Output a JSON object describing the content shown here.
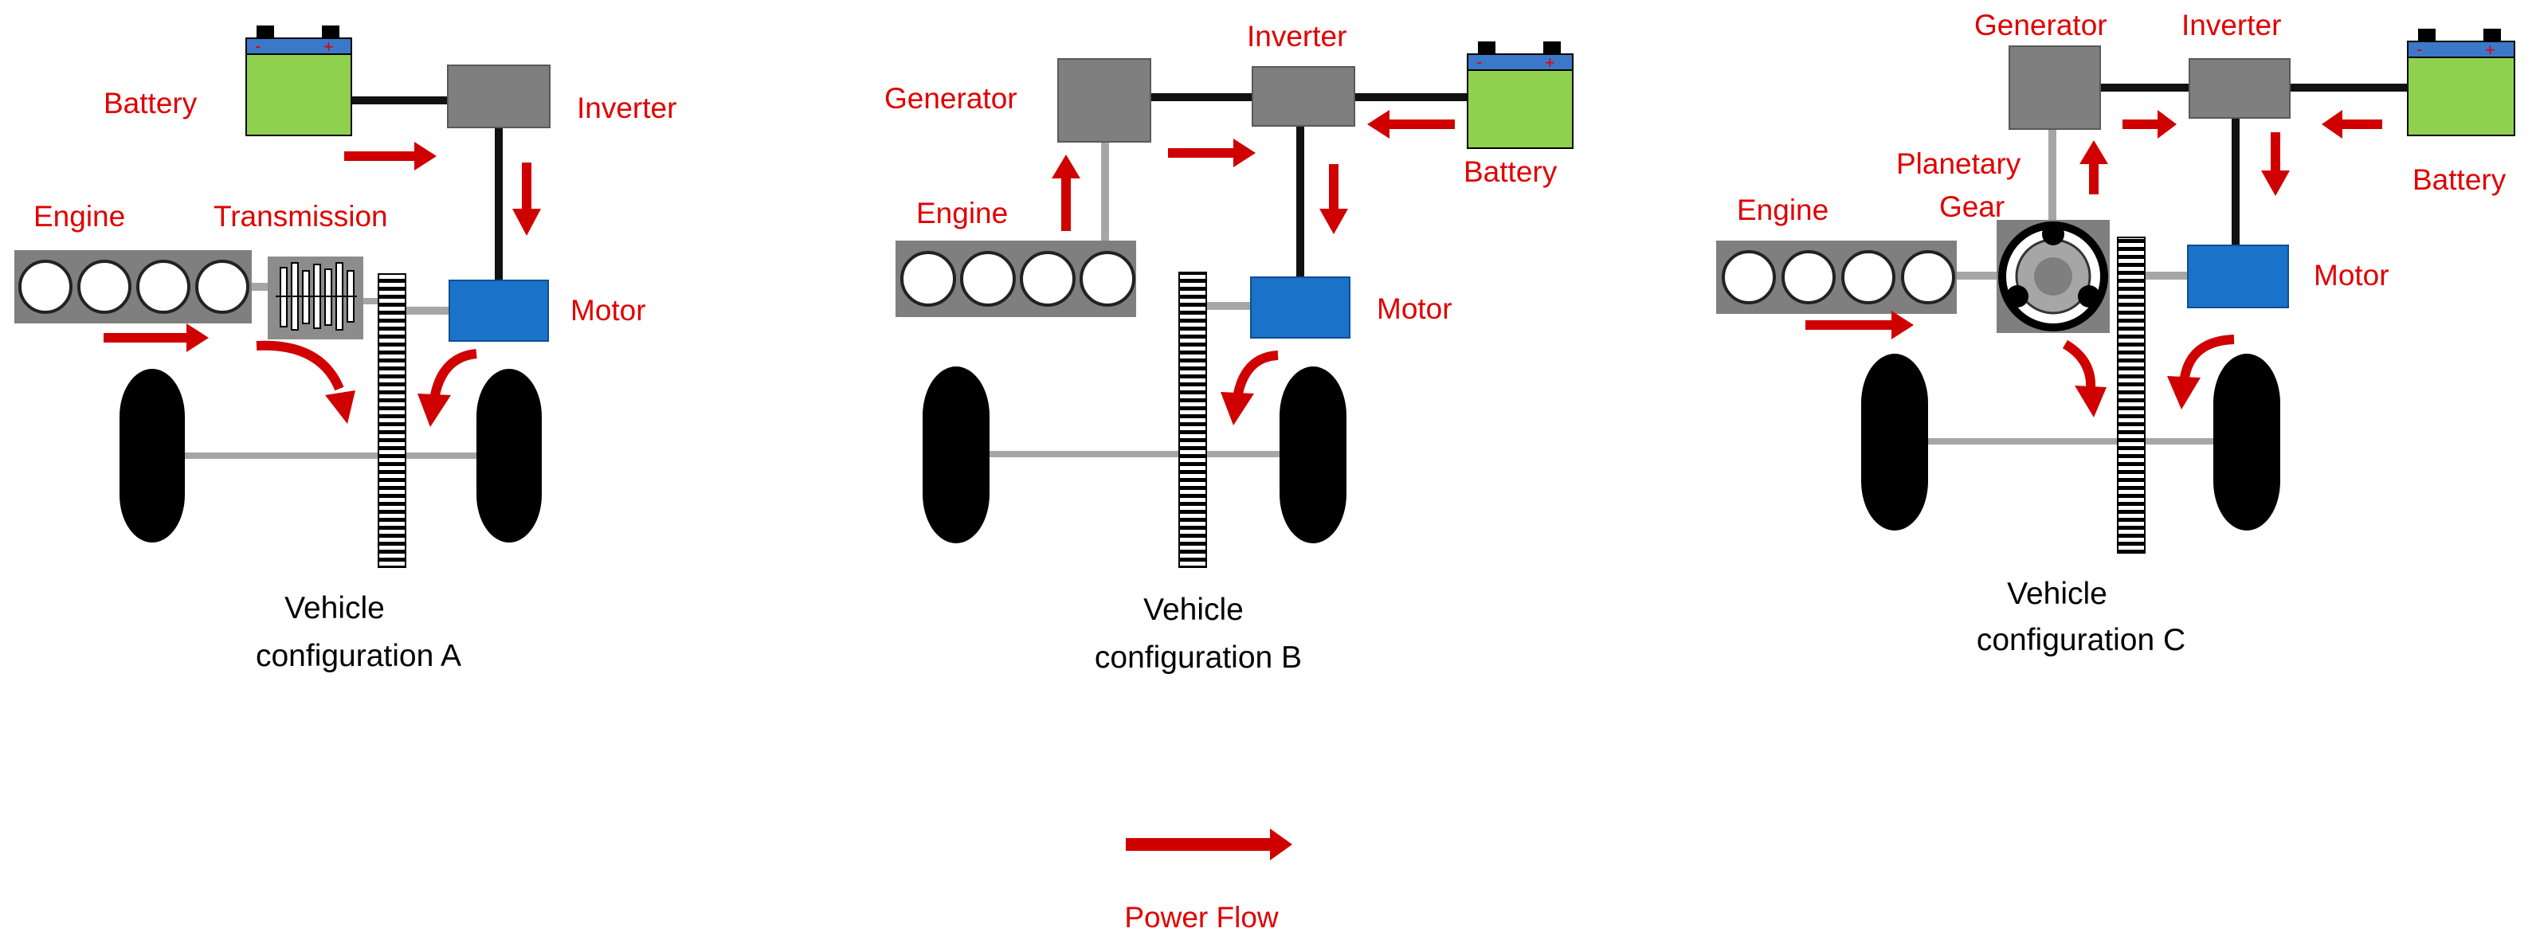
{
  "colors": {
    "red": "#e00000",
    "arrow": "#d00000",
    "gray_box": "#7f7f7f",
    "motor_blue": "#1a73c9",
    "battery_green": "#8fd14f",
    "battery_band": "#3c78c8",
    "wheel": "#000000",
    "link_dark": "#111111",
    "link_light": "#a6a6a6"
  },
  "diagrams": [
    {
      "id": "A",
      "labels": {
        "battery": "Battery",
        "inverter": "Inverter",
        "engine": "Engine",
        "transmission": "Transmission",
        "motor": "Motor"
      },
      "caption": [
        "Vehicle",
        "configuration A"
      ]
    },
    {
      "id": "B",
      "labels": {
        "generator": "Generator",
        "inverter": "Inverter",
        "battery": "Battery",
        "engine": "Engine",
        "motor": "Motor"
      },
      "caption": [
        "Vehicle",
        "configuration B"
      ]
    },
    {
      "id": "C",
      "labels": {
        "generator": "Generator",
        "inverter": "Inverter",
        "planetary_1": "Planetary",
        "planetary_2": "Gear",
        "engine": "Engine",
        "battery": "Battery",
        "motor": "Motor"
      },
      "caption": [
        "Vehicle",
        "configuration C"
      ]
    }
  ],
  "legend": {
    "label": "Power Flow"
  },
  "icons": [
    "battery-icon",
    "engine-icon",
    "transmission-icon",
    "planetary-gear-icon",
    "gear-rack-icon",
    "wheel-icon",
    "power-flow-arrow-icon"
  ]
}
